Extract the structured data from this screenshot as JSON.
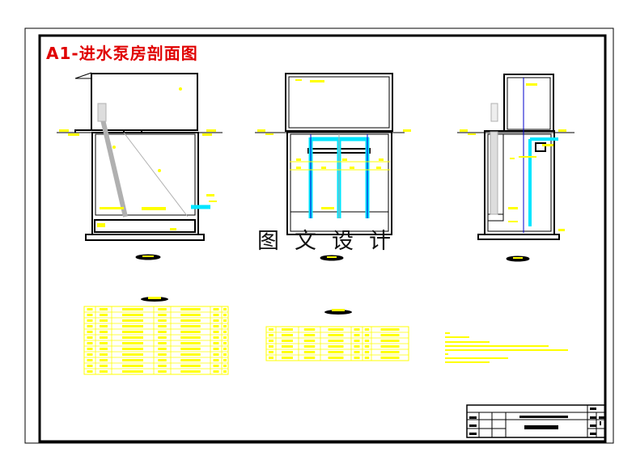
{
  "drawing": {
    "title": "A1-进水泵房剖面图",
    "watermark": "图文设计"
  },
  "colors": {
    "title": "#e00000",
    "annotation": "#ffff00",
    "pipe": "#00e5ff",
    "axis_line": "#0000cc",
    "equipment": "#b0b0b0",
    "frame": "#000000"
  },
  "views": [
    {
      "id": "section-left"
    },
    {
      "id": "section-middle"
    },
    {
      "id": "section-right"
    }
  ]
}
